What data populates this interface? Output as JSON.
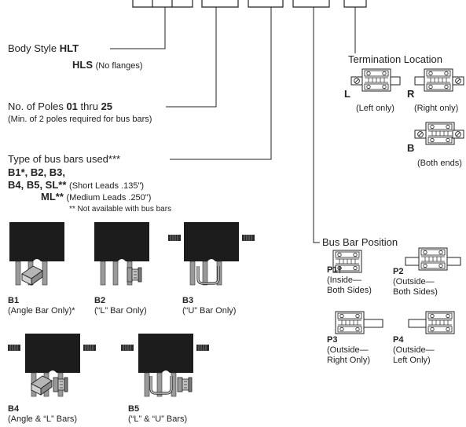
{
  "body_style": {
    "label": "Body Style",
    "hlt": "HLT",
    "hls": "HLS",
    "hls_note": "(No flanges)"
  },
  "poles": {
    "label": "No. of Poles",
    "range_start": "01",
    "thru": "thru",
    "range_end": "25",
    "note": "(Min. of 2 poles required for bus bars)"
  },
  "bus_bars": {
    "label": "Type of bus bars used***",
    "line1": "B1*, B2, B3,",
    "line2": "B4, B5, SL**",
    "short_leads": "(Short Leads .135\")",
    "ml": "ML**",
    "medium_leads": "(Medium Leads .250\")",
    "footnote": "** Not available with bus bars"
  },
  "bar_types": [
    {
      "code": "B1",
      "desc": "(Angle Bar Only)*"
    },
    {
      "code": "B2",
      "desc": "(“L” Bar Only)"
    },
    {
      "code": "B3",
      "desc": "(“U” Bar Only)"
    },
    {
      "code": "B4",
      "desc": "(Angle & “L” Bars)"
    },
    {
      "code": "B5",
      "desc": "(“L” & “U” Bars)"
    }
  ],
  "termination": {
    "title": "Termination Location",
    "left_code": "L",
    "left_desc": "(Left only)",
    "right_code": "R",
    "right_desc": "(Right only)",
    "both_code": "B",
    "both_desc": "(Both ends)"
  },
  "bus_position": {
    "title": "Bus Bar Position",
    "p1_code": "P1†",
    "p1_l1": "(Inside—",
    "p1_l2": "Both Sides)",
    "p2_code": "P2",
    "p2_l1": "(Outside—",
    "p2_l2": "Both Sides)",
    "p3_code": "P3",
    "p3_l1": "(Outside—",
    "p3_l2": "Right Only)",
    "p4_code": "P4",
    "p4_l1": "(Outside—",
    "p4_l2": "Left Only)"
  }
}
